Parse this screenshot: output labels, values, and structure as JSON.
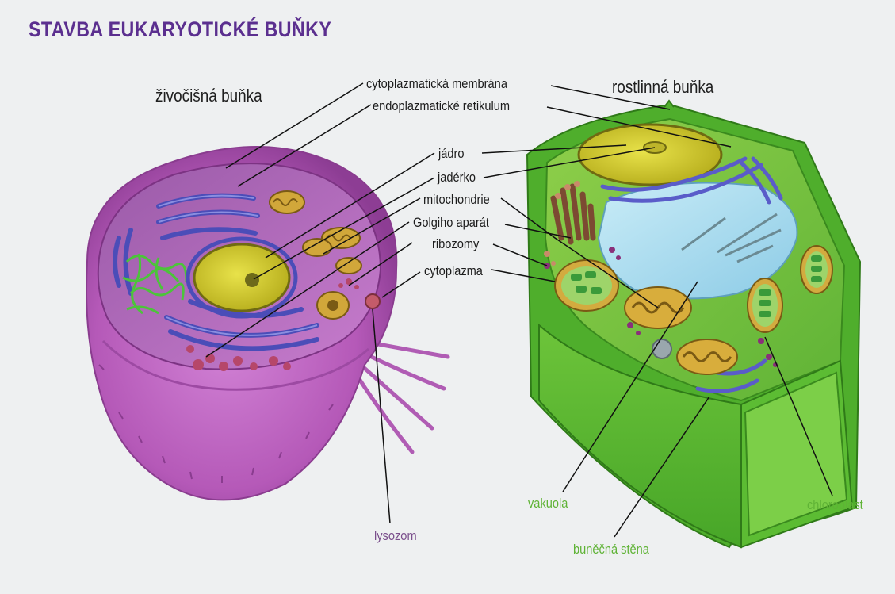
{
  "title": "STAVBA EUKARYOTICKÉ BUŇKY",
  "cells": {
    "animal": "živočišná buňka",
    "plant": "rostlinná buňka"
  },
  "labels": {
    "cytoplasmic_membrane": "cytoplazmatická membrána",
    "endoplasmic_reticulum": "endoplazmatické retikulum",
    "nucleus": "jádro",
    "nucleolus": "jadérko",
    "mitochondria": "mitochondrie",
    "golgi": "Golgiho aparát",
    "ribosomes": "ribozomy",
    "cytoplasm": "cytoplazma",
    "lysosome": "lysozom",
    "vacuole": "vakuola",
    "cell_wall": "buněčná stěna",
    "chloroplast": "chloroplast"
  },
  "colors": {
    "title": "#5b2f8f",
    "animal_cell": "#b45ab4",
    "plant_cell": "#55b82f",
    "plant_label": "#5fb336",
    "lysosome_label": "#7b4f8c",
    "nucleus": "#d4cd2a",
    "er": "#5a5cc9",
    "vacuole": "#a9dcf0"
  }
}
